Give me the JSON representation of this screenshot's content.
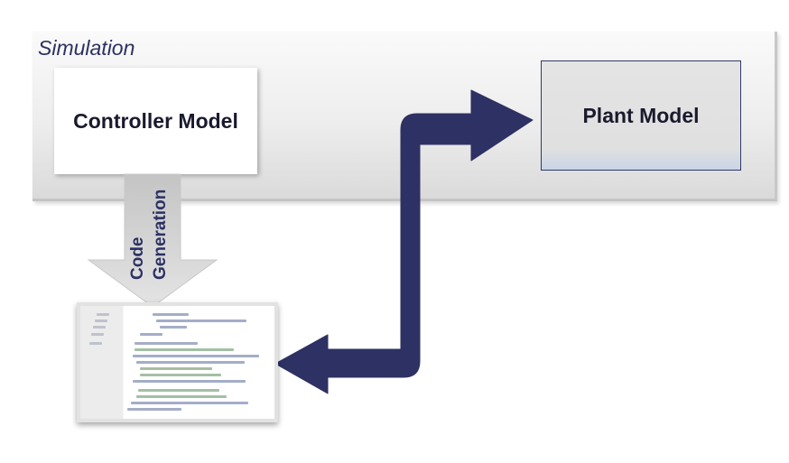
{
  "simulation": {
    "label": "Simulation"
  },
  "controller": {
    "label": "Controller Model"
  },
  "plant": {
    "label": "Plant Model"
  },
  "code_generation": {
    "line1": "Code",
    "line2": "Generation"
  },
  "colors": {
    "arrow": "#2e3163",
    "text_accent": "#2c3163",
    "gen_arrow": "#d0d0d0"
  }
}
